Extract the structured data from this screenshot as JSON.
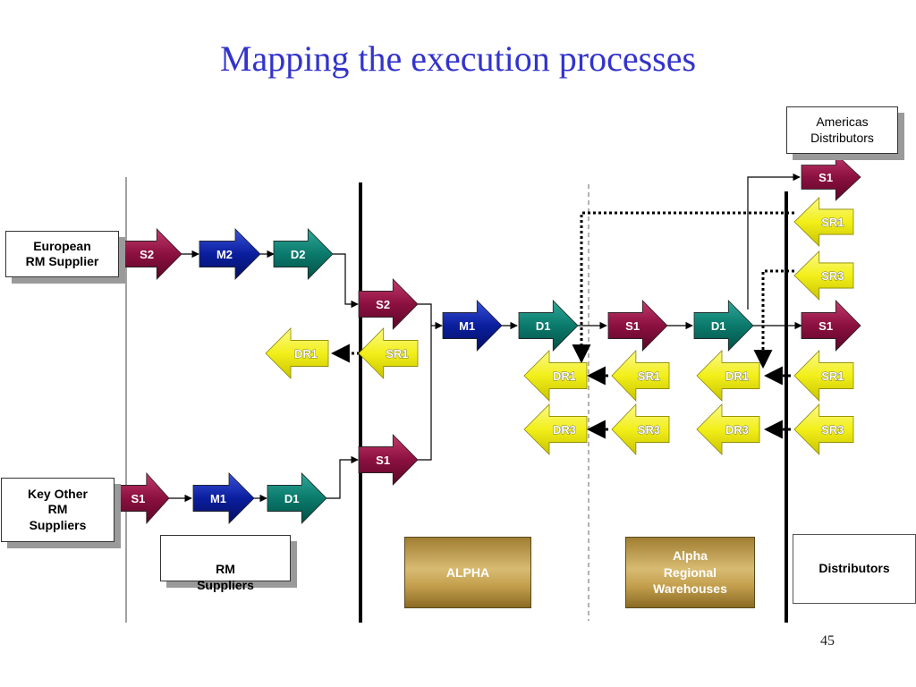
{
  "title": "Mapping the execution processes",
  "page_number": "45",
  "colors": {
    "title": "#3333cc",
    "source": "#8b1040",
    "make": "#0a1e9e",
    "deliver": "#0a7a6c",
    "return": "#f2ef1a",
    "gold": "#c9a756"
  },
  "boxes": {
    "european_rm_supplier": [
      "European",
      "RM Supplier"
    ],
    "key_other_rm_suppliers": [
      "Key Other",
      "RM",
      "Suppliers"
    ],
    "rm_suppliers": [
      "RM",
      "Suppliers"
    ],
    "alpha": "ALPHA",
    "alpha_regional_warehouses": [
      "Alpha",
      "Regional",
      "Warehouses"
    ],
    "distributors": "Distributors",
    "americas_distributors": [
      "Americas",
      "Distributors"
    ]
  },
  "process_labels": {
    "eu_s2": "S2",
    "eu_m2": "M2",
    "eu_d2": "D2",
    "key_s1": "S1",
    "key_m1": "M1",
    "key_d1": "D1",
    "alpha_s2": "S2",
    "alpha_s1": "S1",
    "alpha_sr1": "SR1",
    "dr1_left": "DR1",
    "alpha_m1": "M1",
    "alpha_d1": "D1",
    "wh_dr1": "DR1",
    "wh_dr3": "DR3",
    "wh_s1": "S1",
    "wh_sr1": "SR1",
    "wh_sr3": "SR3",
    "wh_d1": "D1",
    "wh_dr1b": "DR1",
    "wh_dr3b": "DR3",
    "dist_s1": "S1",
    "dist_sr1_top": "SR1",
    "dist_sr3_top": "SR3",
    "dist_sr1": "SR1",
    "dist_sr3": "SR3",
    "americas_s1": "S1"
  }
}
